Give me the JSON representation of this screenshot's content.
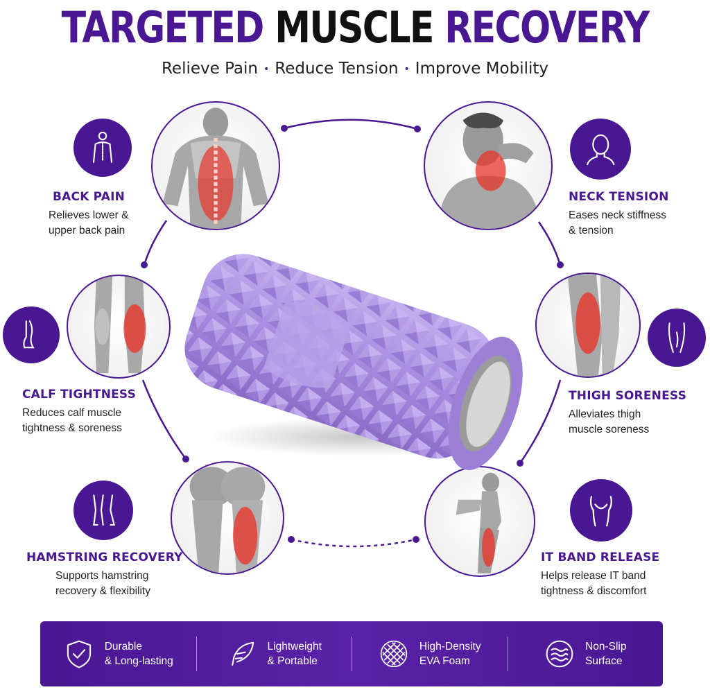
{
  "title": {
    "part1": "TARGETED",
    "part2": "MUSCLE",
    "part3": "RECOVERY"
  },
  "subtitle": {
    "a": "Relieve Pain",
    "b": "Reduce Tension",
    "c": "Improve Mobility",
    "sep": "•"
  },
  "areas": {
    "back": {
      "title": "BACK PAIN",
      "line1": "Relieves lower &",
      "line2": "upper back pain",
      "icon": "spine-icon"
    },
    "neck": {
      "title": "NECK TENSION",
      "line1": "Eases neck stiffness",
      "line2": "& tension",
      "icon": "head-icon"
    },
    "calf": {
      "title": "CALF TIGHTNESS",
      "line1": "Reduces calf muscle",
      "line2": "tightness & soreness",
      "icon": "leg-icon"
    },
    "thigh": {
      "title": "THIGH SORENESS",
      "line1": "Alleviates thigh",
      "line2": "muscle soreness",
      "icon": "thigh-icon"
    },
    "hamstring": {
      "title": "HAMSTRING RECOVERY",
      "line1": "Supports hamstring",
      "line2": "recovery & flexibility",
      "icon": "legs-icon"
    },
    "itband": {
      "title": "IT BAND RELEASE",
      "line1": "Helps release IT band",
      "line2": "tightness & discomfort",
      "icon": "hip-icon"
    }
  },
  "features": [
    {
      "line1": "Durable",
      "line2": "& Long-lasting",
      "icon": "shield-check-icon"
    },
    {
      "line1": "Lightweight",
      "line2": "& Portable",
      "icon": "feather-icon"
    },
    {
      "line1": "High-Density",
      "line2": "EVA Foam",
      "icon": "foam-texture-icon"
    },
    {
      "line1": "Non-Slip",
      "line2": "Surface",
      "icon": "waves-icon"
    }
  ],
  "colors": {
    "brand": "#4a1793",
    "roller": "#a88de0",
    "highlight": "#e8342a"
  }
}
